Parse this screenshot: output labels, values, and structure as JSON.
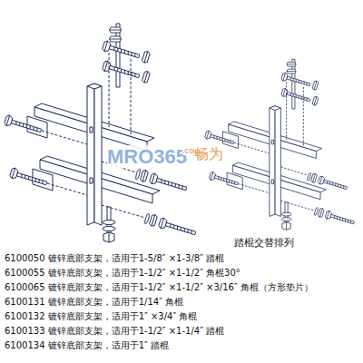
{
  "diagram": {
    "labels": [
      "踏棍交替排列",
      "MRO365",
      ".com",
      "畅为",
      "6100050 镀锌底部支架，适用于1-5/8″ ×1-3/8″ 踏棍",
      "6100055 镀锌底部支架，适用于1-1/2″ ×1-1/2″ 角棍30°",
      "6100065 镀锌底部支架，适用于1-1/2″ ×1-1/2″ ×3/16″ 角棍（方形垫片）",
      "6100131 镀锌底部支架，适用于1/14″ 角棍",
      "6100132 镀锌底部支架，适用于1″ ×3/4″ 角棍",
      "6100133 镀锌底部支架，适用于1-1/2″ ×1-1/4″ 踏棍",
      "6100134 镀锌底部支架，适用于1″ 踏棍"
    ]
  }
}
